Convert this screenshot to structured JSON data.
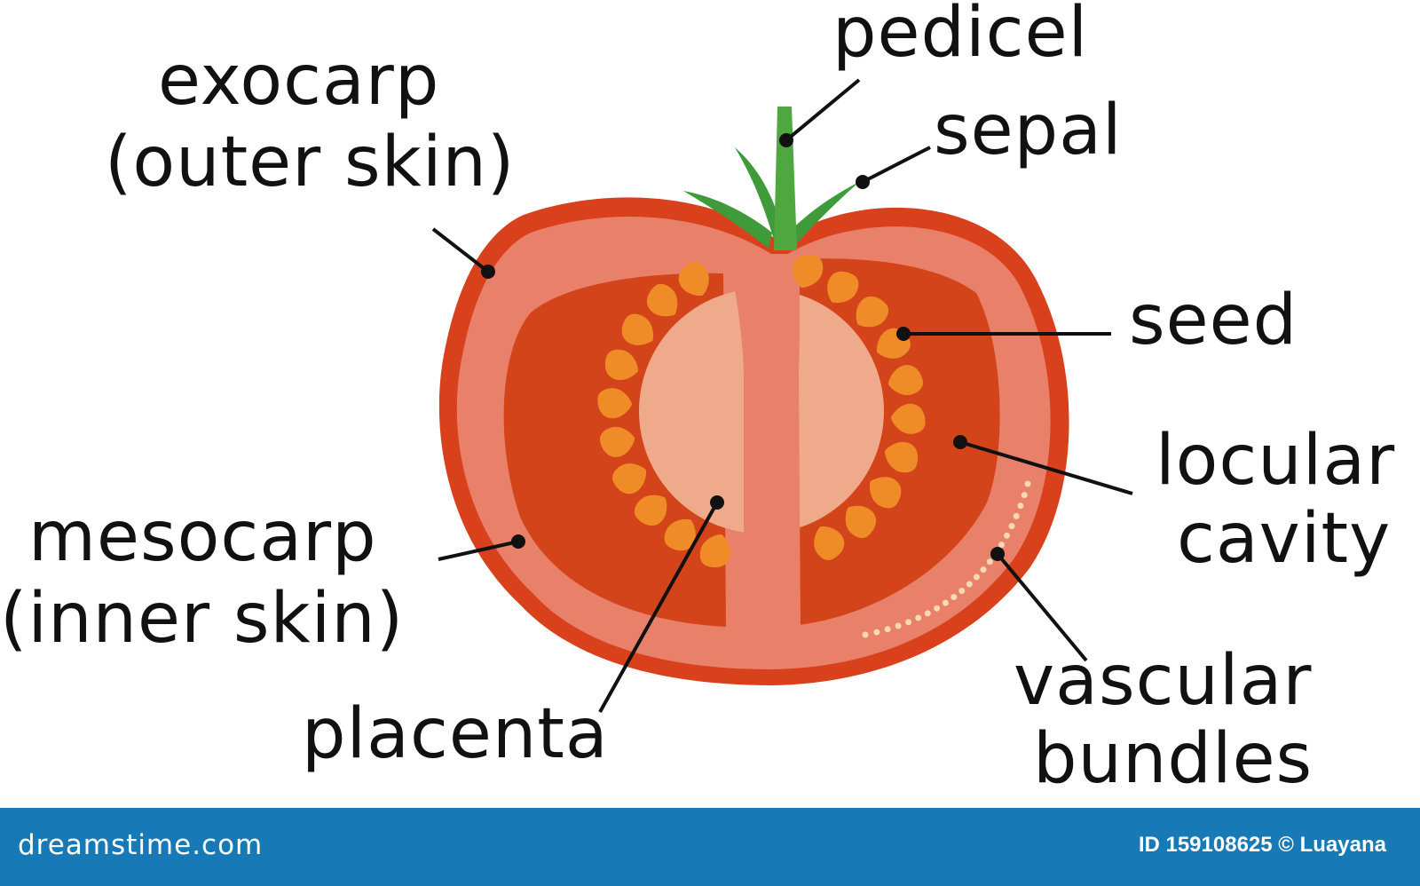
{
  "labels": {
    "exocarp": [
      "exocarp",
      "(outer skin)"
    ],
    "pedicel": "pedicel",
    "sepal": "sepal",
    "seed": "seed",
    "locular_cavity": [
      "locular",
      "cavity"
    ],
    "mesocarp": [
      "mesocarp",
      "(inner skin)"
    ],
    "vascular_bundles": [
      "vascular",
      "bundles"
    ],
    "placenta": "placenta"
  },
  "footer": {
    "brand": "dreamstime.com",
    "credit": "ID 159108625 © Luayana"
  },
  "colors": {
    "skin": "#d9401c",
    "mesocarp": "#e8806a",
    "locule": "#d4441a",
    "placenta_core": "#efaa8c",
    "seed": "#f08c28",
    "stem": "#3f9a3a",
    "footer_bg": "#1779b6"
  }
}
